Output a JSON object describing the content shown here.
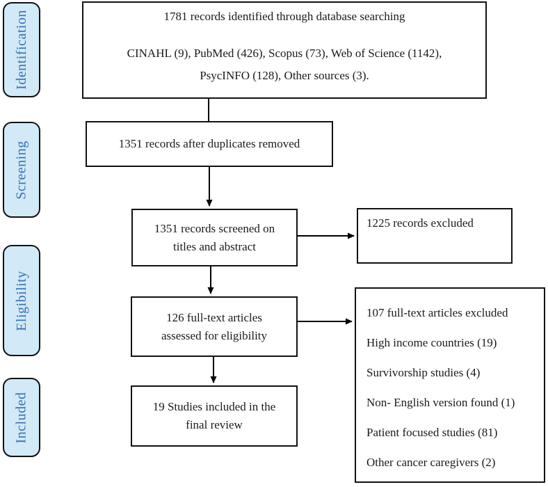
{
  "stages": {
    "identification": "Identification",
    "screening": "Screening",
    "eligibility": "Eligibility",
    "included": "Included"
  },
  "boxes": {
    "identified": {
      "line1": "1781 records identified through database searching",
      "line2": "CINAHL (9), PubMed (426), Scopus (73), Web of Science (1142),",
      "line3": "PsycINFO (128), Other sources (3)."
    },
    "duplicates_removed": {
      "text": "1351 records after duplicates removed"
    },
    "screened": {
      "line1": "1351 records screened on",
      "line2": "titles and abstract"
    },
    "records_excluded": {
      "text": "1225 records excluded"
    },
    "fulltext_assessed": {
      "line1": "126 full-text articles",
      "line2": "assessed for eligibility"
    },
    "fulltext_excluded": {
      "lines": [
        "107 full-text articles excluded",
        "High income countries (19)",
        "Survivorship studies (4)",
        "Non- English version found (1)",
        "Patient focused studies (81)",
        "Other cancer caregivers (2)"
      ]
    },
    "included_final": {
      "line1": "19 Studies included in the",
      "line2": "final review"
    }
  },
  "colors": {
    "stage_fill": "#d2e9f8",
    "stage_text": "#3572b0",
    "box_border": "#111111",
    "arrow": "#000000"
  }
}
